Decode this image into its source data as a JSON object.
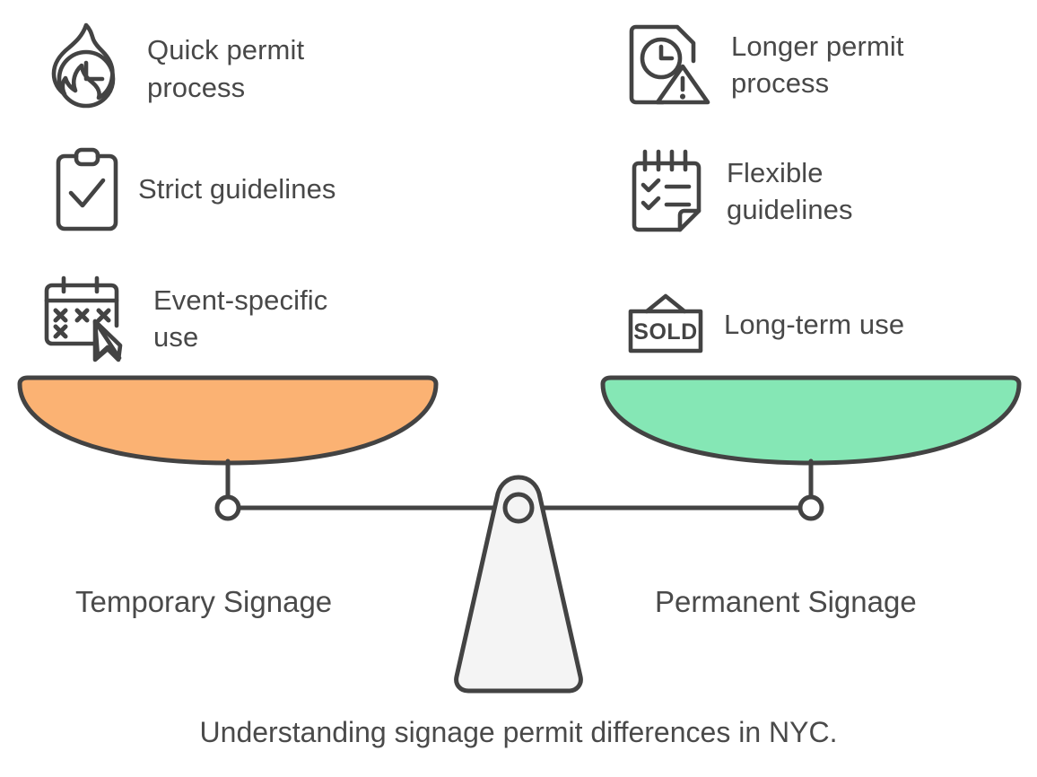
{
  "diagram": {
    "title_caption": "Understanding signage permit differences in NYC.",
    "left_side": {
      "name": "Temporary Signage",
      "pan_color": "#FBB273",
      "features": [
        {
          "label": "Quick permit\nprocess",
          "icon": "fire-clock-icon"
        },
        {
          "label": "Strict guidelines",
          "icon": "clipboard-check-icon"
        },
        {
          "label": "Event-specific\nuse",
          "icon": "calendar-pen-icon"
        }
      ]
    },
    "right_side": {
      "name": "Permanent Signage",
      "pan_color": "#85E7B5",
      "features": [
        {
          "label": "Longer permit\nprocess",
          "icon": "document-clock-warning-icon"
        },
        {
          "label": "Flexible\nguidelines",
          "icon": "notepad-checklist-icon"
        },
        {
          "label": "Long-term use",
          "icon": "sold-sign-icon"
        }
      ]
    },
    "scale": {
      "stroke_color": "#434343",
      "fulcrum_fill": "#F4F4F4",
      "sold_sign_text": "SOLD"
    }
  }
}
